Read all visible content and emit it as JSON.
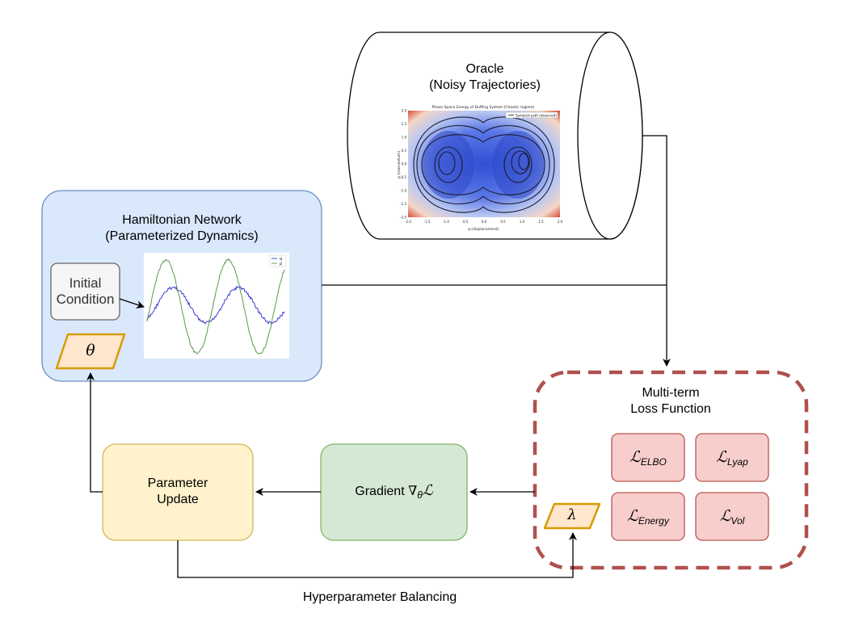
{
  "oracle": {
    "title_line1": "Oracle",
    "title_line2": "(Noisy Trajectories)",
    "plot": {
      "title": "Phase Space Energy of Duffing System (Chaotic regime)",
      "legend": "Sampled path (observed)",
      "xlabel": "q (displacement)",
      "ylabel": "p (momentum)",
      "xticks": [
        "-2.0",
        "-1.5",
        "-1.0",
        "-0.5",
        "0.0",
        "0.5",
        "1.0",
        "1.5",
        "2.0"
      ],
      "yticks": [
        "2.0",
        "1.5",
        "1.0",
        "0.5",
        "0.0",
        "-0.5",
        "-1.0",
        "-1.5",
        "-2.0"
      ]
    }
  },
  "hamiltonian": {
    "title_line1": "Hamiltonian Network",
    "title_line2": "(Parameterized Dynamics)",
    "initial_condition_line1": "Initial",
    "initial_condition_line2": "Condition",
    "theta": "θ",
    "plot_legend": [
      "q",
      "p"
    ],
    "colors": {
      "q": "#3b3bd6",
      "p": "#5a9a4a"
    }
  },
  "loss": {
    "title_line1": "Multi-term",
    "title_line2": "Loss Function",
    "symbol": "ℒ",
    "terms": [
      "ELBO",
      "Lyap",
      "Energy",
      "Vol"
    ],
    "lambda": "λ"
  },
  "gradient": {
    "prefix": "Gradient ",
    "nabla": "∇",
    "sub": "θ",
    "symbol": "ℒ"
  },
  "update": {
    "line1": "Parameter",
    "line2": "Update"
  },
  "edge_label": "Hyperparameter Balancing",
  "colors": {
    "blue_fill": "#dae8fc",
    "blue_stroke": "#6c8ebf",
    "yellow_fill": "#fff2cc",
    "yellow_stroke": "#d6b656",
    "green_fill": "#d5e8d4",
    "green_stroke": "#82b366",
    "red_fill": "#f8cecc",
    "red_stroke": "#b85450",
    "orange_fill": "#ffe6cc",
    "orange_stroke": "#d79b00",
    "gray_fill": "#f5f5f5",
    "gray_stroke": "#666666",
    "dash_stroke": "#b0504e"
  }
}
